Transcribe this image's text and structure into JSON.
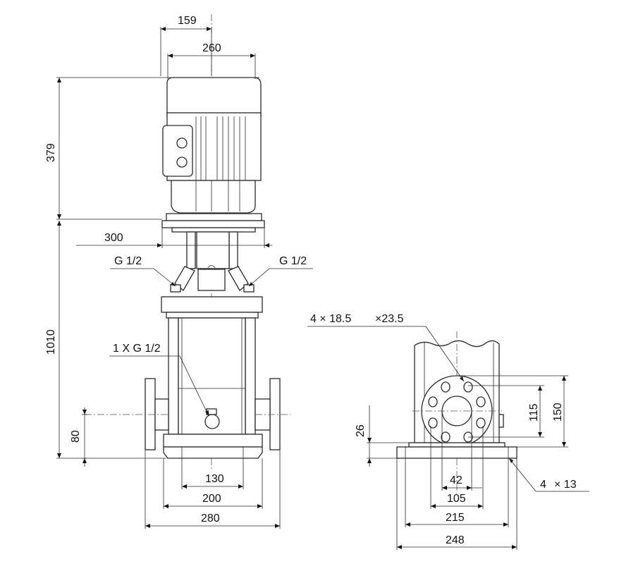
{
  "dimensions": {
    "top_width_159": "159",
    "top_width_260": "260",
    "motor_height": "379",
    "base_height": "1010",
    "flange_width": "300",
    "pipe_center_height": "80",
    "foot_inner": "130",
    "foot_mid": "200",
    "foot_outer": "280",
    "side_26": "26",
    "flange_115": "115",
    "flange_150": "150",
    "pcd_42": "42",
    "pcd_105": "105",
    "base_215": "215",
    "base_248": "248"
  },
  "labels": {
    "g_left": "G 1/2",
    "g_right": "G 1/2",
    "drain": "1 X G 1/2",
    "bolt_holes_a": "4 × 18.5",
    "bolt_holes_b": "×23.5",
    "foot_holes_a": "4",
    "foot_holes_b": "× 13"
  }
}
